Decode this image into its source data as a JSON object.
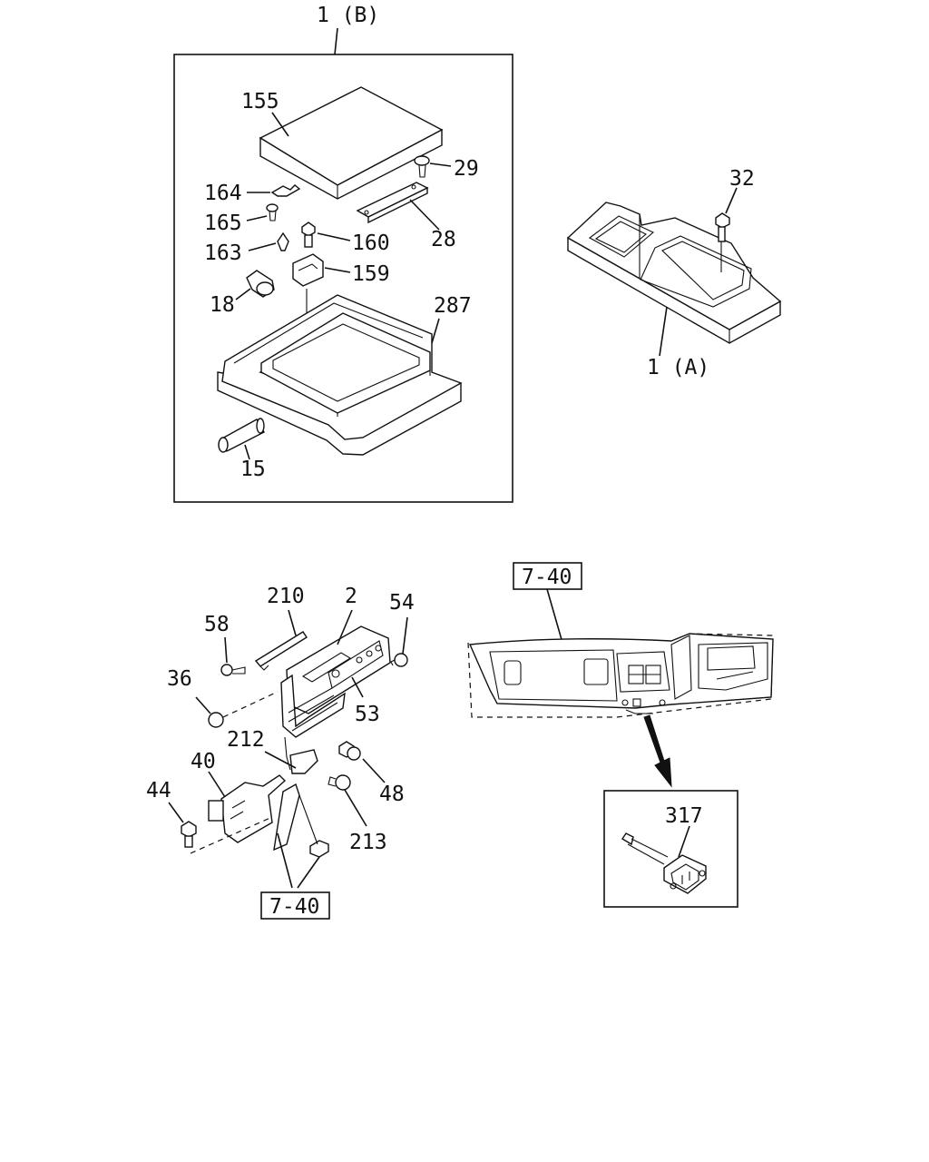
{
  "labels": {
    "l1b": "1 (B)",
    "l155": "155",
    "l29": "29",
    "l164": "164",
    "l165": "165",
    "l28": "28",
    "l160": "160",
    "l163": "163",
    "l159": "159",
    "l18": "18",
    "l287": "287",
    "l15": "15",
    "l32": "32",
    "l1a": "1 (A)",
    "l210": "210",
    "l2": "2",
    "l54": "54",
    "l58": "58",
    "l36": "36",
    "l53": "53",
    "l212": "212",
    "l40": "40",
    "l48": "48",
    "l44": "44",
    "l213": "213",
    "ref740_bottom": "7-40",
    "ref740_top": "7-40",
    "l317": "317"
  },
  "colors": {
    "ink": "#111111",
    "paper": "#ffffff"
  }
}
